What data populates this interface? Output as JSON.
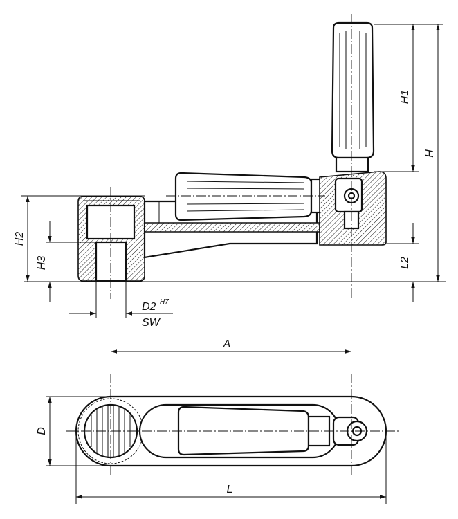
{
  "labels": {
    "H": "H",
    "H1": "H1",
    "H2": "H2",
    "H3": "H3",
    "L2": "L2",
    "D2": "D2",
    "tolerance": "H7",
    "SW": "SW",
    "A": "A",
    "D": "D",
    "L": "L"
  }
}
